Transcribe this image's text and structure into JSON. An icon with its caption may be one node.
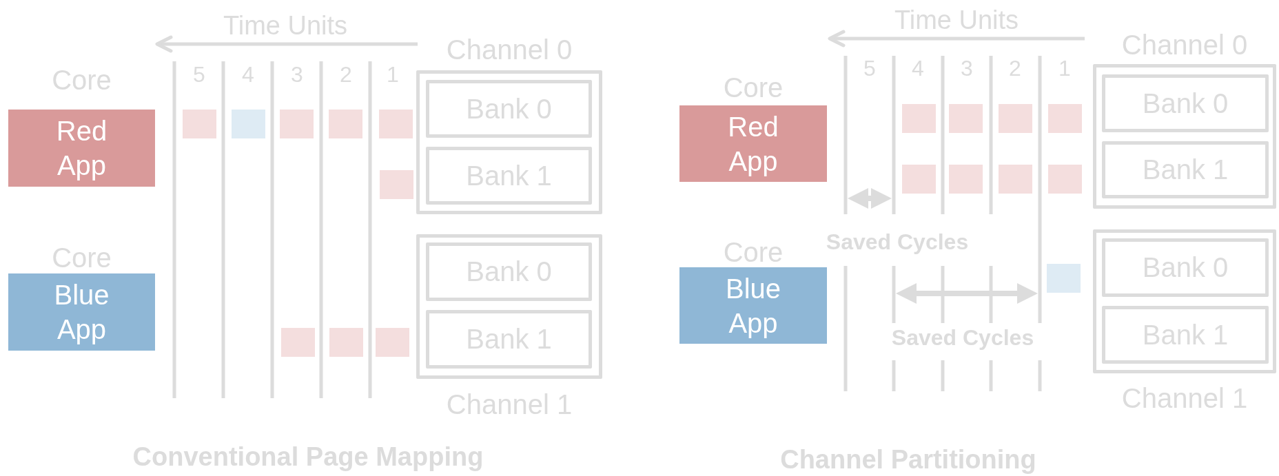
{
  "diagram": {
    "nodes": [
      {
        "text": [
          "Core",
          "Red App"
        ]
      },
      {
        "text": [
          "Channel 0"
        ]
      },
      {
        "text": [
          "Bank 0"
        ],
        "in": 1
      },
      {
        "text": [
          "Bank 1"
        ],
        "in": 1
      },
      {
        "text": [
          "Core",
          "Blue App"
        ]
      },
      {
        "text": [
          "Channel 1"
        ]
      },
      {
        "text": [
          "Bank 0"
        ],
        "in": 5
      },
      {
        "text": [
          "Bank 1"
        ],
        "in": 5
      },
      {
        "text": [],
        "shape": "box"
      },
      {
        "text": [],
        "shape": "box"
      },
      {
        "text": [],
        "shape": "box"
      },
      {
        "text": [],
        "shape": "box"
      },
      {
        "text": [],
        "shape": "box"
      },
      {
        "text": [],
        "shape": "box"
      },
      {
        "text": [],
        "shape": "box"
      },
      {
        "text": [],
        "shape": "box"
      },
      {
        "text": [],
        "shape": "box"
      },
      {
        "text": [
          "Core",
          "Red App"
        ]
      },
      {
        "text": [
          "Channel 0"
        ]
      },
      {
        "text": [
          "Bank 0"
        ],
        "in": 18
      },
      {
        "text": [
          "Bank 1"
        ],
        "in": 18
      },
      {
        "text": [
          "Core",
          "Blue App"
        ]
      },
      {
        "text": [
          "Channel 1"
        ]
      },
      {
        "text": [
          "Bank 0"
        ],
        "in": 22
      },
      {
        "text": [
          "Bank 1"
        ],
        "in": 22
      },
      {
        "text": [],
        "shape": "box"
      },
      {
        "text": [],
        "shape": "box"
      },
      {
        "text": [],
        "shape": "box"
      },
      {
        "text": [],
        "shape": "box"
      },
      {
        "text": [],
        "shape": "box"
      },
      {
        "text": [],
        "shape": "box"
      },
      {
        "text": [],
        "shape": "box"
      },
      {
        "text": [],
        "shape": "box"
      },
      {
        "text": [],
        "shape": "box"
      }
    ],
    "labels": [
      "Time Units",
      "Time Units",
      "5",
      "4",
      "3",
      "2",
      "1",
      "5",
      "4",
      "3",
      "2",
      "1",
      "Saved Cycles",
      "Saved Cycles",
      "Conventional Page Mapping",
      "Channel Partitioning"
    ]
  }
}
